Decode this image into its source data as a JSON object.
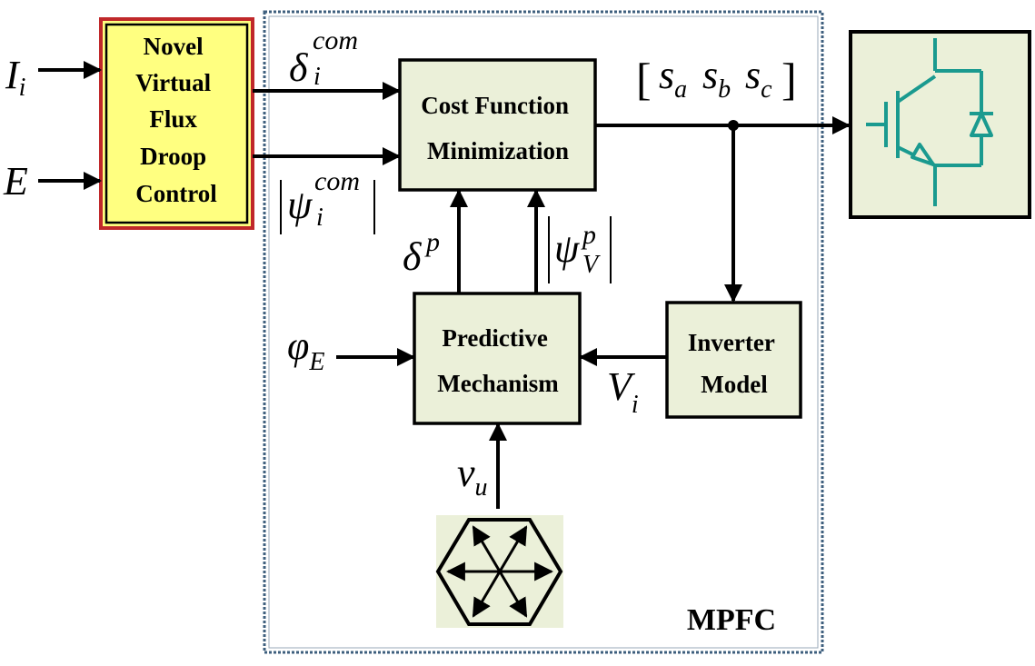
{
  "colors": {
    "droop_fill": "#ffff80",
    "droop_border": "#c0282a",
    "block_fill": "#ebf0d9",
    "panel_border": "#3e5f7e",
    "igbt_stroke": "#1a9a8f"
  },
  "blocks": {
    "droop": {
      "lines": [
        "Novel",
        "Virtual",
        "Flux",
        "Droop",
        "Control"
      ]
    },
    "cost": {
      "lines": [
        "Cost Function",
        "Minimization"
      ]
    },
    "predictive": {
      "lines": [
        "Predictive",
        "Mechanism"
      ]
    },
    "inverter_model": {
      "lines": [
        "Inverter",
        "Model"
      ]
    }
  },
  "signals": {
    "ii": {
      "base": "I",
      "sub": "i"
    },
    "e": {
      "base": "E"
    },
    "delta_com": {
      "base": "δ",
      "sub": "i",
      "sup": "com"
    },
    "psi_com": {
      "base": "ψ",
      "sub": "i",
      "sup": "com"
    },
    "delta_p": {
      "base": "δ",
      "sup": "p"
    },
    "psi_p": {
      "base": "ψ",
      "sub": "V",
      "sup": "p"
    },
    "phi_e": {
      "base": "φ",
      "sub": "E"
    },
    "vi": {
      "base": "V",
      "sub": "i"
    },
    "vu": {
      "base": "v",
      "sub": "u"
    },
    "switch": {
      "open": "[",
      "close": "]",
      "sa": {
        "base": "s",
        "sub": "a"
      },
      "sb": {
        "base": "s",
        "sub": "b"
      },
      "sc": {
        "base": "s",
        "sub": "c"
      }
    }
  },
  "panel": {
    "label": "MPFC"
  },
  "icons": {
    "switch_device": "igbt-diode-icon",
    "voltage_vectors": "voltage-vector-hexagon-icon"
  }
}
